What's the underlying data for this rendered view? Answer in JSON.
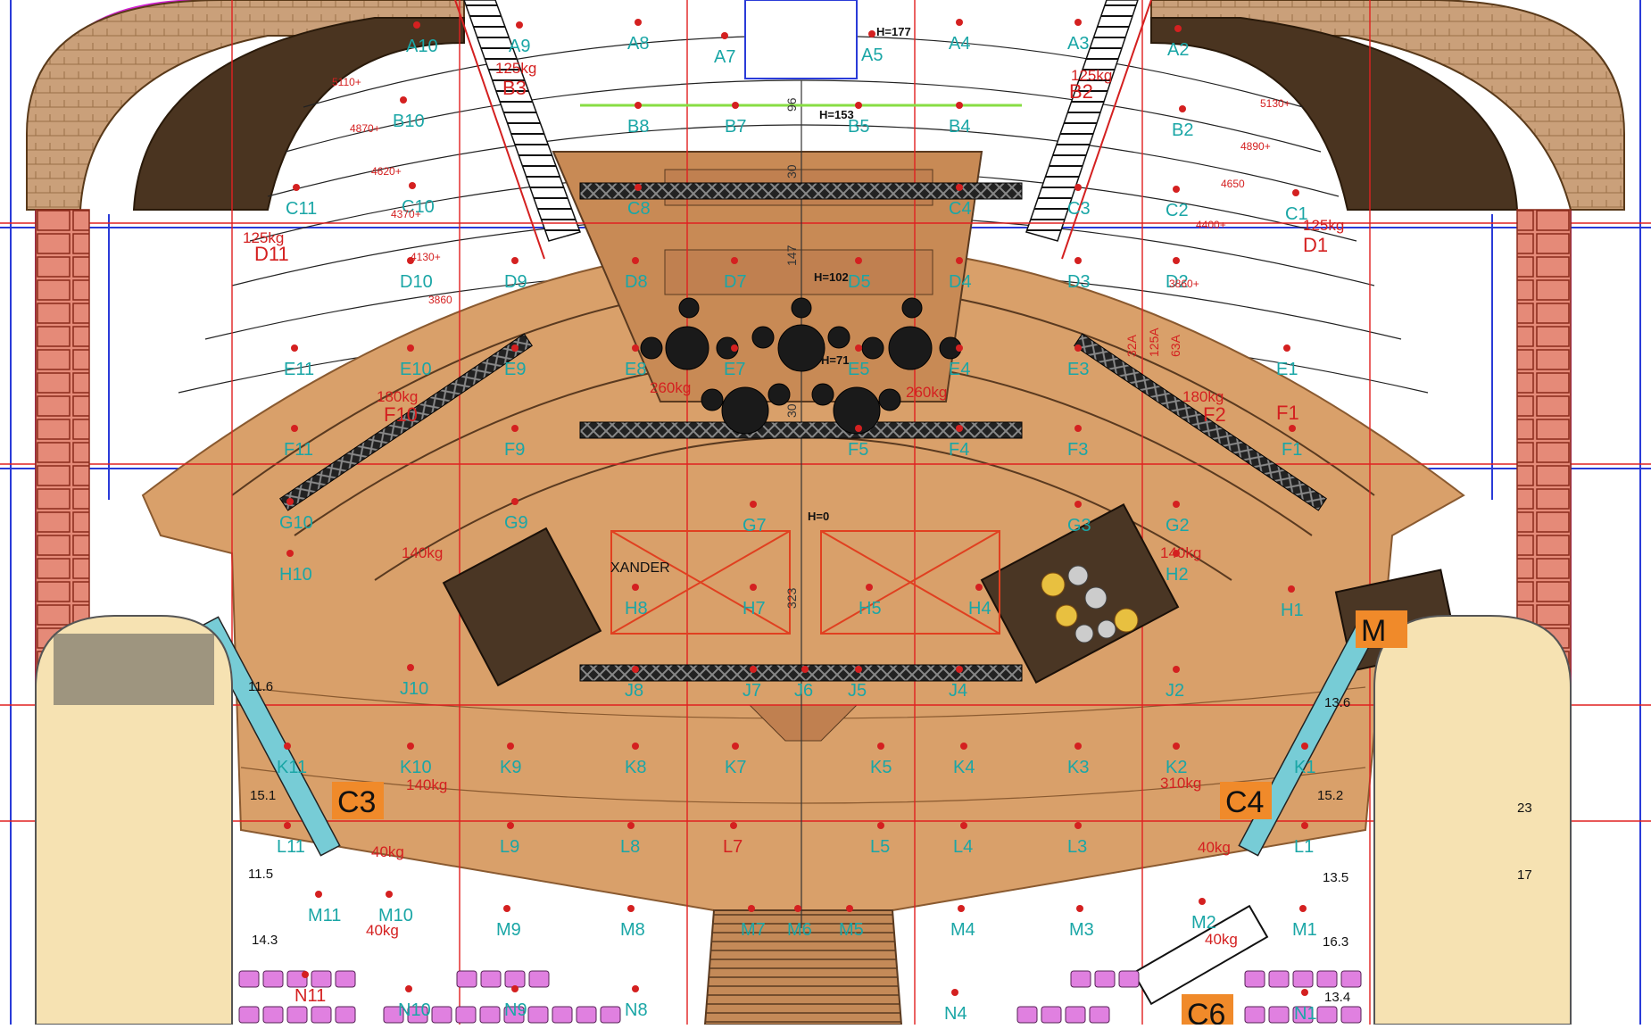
{
  "colors": {
    "stage_fill": "#d9a06a",
    "stage_edge": "#c88a55",
    "grid_red": "#e02020",
    "grid_blue": "#2a3bd8",
    "magenta": "#d020d0",
    "label_cyan": "#1aa6a6",
    "label_red": "#d42020",
    "truss": "#151515",
    "brown_arch": "#6b4a2a",
    "wood_arch": "#b88a5a",
    "cream": "#f6e2b2",
    "salmon_column": "#e07a6a",
    "orange_tag": "#f08a2a",
    "seat_pink": "#e080e0",
    "riser_dark": "#4a3624",
    "green_line": "#88dd44"
  },
  "diagram": {
    "grid_labels": [
      {
        "t": "A10",
        "c": "cyan"
      },
      {
        "t": "A9",
        "c": "cyan"
      },
      {
        "t": "A8",
        "c": "cyan"
      },
      {
        "t": "A7",
        "c": "cyan"
      },
      {
        "t": "A5",
        "c": "cyan"
      },
      {
        "t": "A4",
        "c": "cyan"
      },
      {
        "t": "A3",
        "c": "cyan"
      },
      {
        "t": "A2",
        "c": "cyan"
      },
      {
        "t": "B10",
        "c": "cyan"
      },
      {
        "t": "B8",
        "c": "cyan"
      },
      {
        "t": "B7",
        "c": "cyan"
      },
      {
        "t": "B5",
        "c": "cyan"
      },
      {
        "t": "B4",
        "c": "cyan"
      },
      {
        "t": "B2",
        "c": "cyan"
      },
      {
        "t": "C11",
        "c": "cyan"
      },
      {
        "t": "C10",
        "c": "cyan"
      },
      {
        "t": "C8",
        "c": "cyan"
      },
      {
        "t": "C4",
        "c": "cyan"
      },
      {
        "t": "C3",
        "c": "cyan"
      },
      {
        "t": "C2",
        "c": "cyan"
      },
      {
        "t": "C1",
        "c": "cyan"
      },
      {
        "t": "D10",
        "c": "cyan"
      },
      {
        "t": "D9",
        "c": "cyan"
      },
      {
        "t": "D8",
        "c": "cyan"
      },
      {
        "t": "D7",
        "c": "cyan"
      },
      {
        "t": "D5",
        "c": "cyan"
      },
      {
        "t": "D4",
        "c": "cyan"
      },
      {
        "t": "D3",
        "c": "cyan"
      },
      {
        "t": "D2",
        "c": "cyan"
      },
      {
        "t": "E11",
        "c": "cyan"
      },
      {
        "t": "E10",
        "c": "cyan"
      },
      {
        "t": "E9",
        "c": "cyan"
      },
      {
        "t": "E8",
        "c": "cyan"
      },
      {
        "t": "E7",
        "c": "cyan"
      },
      {
        "t": "E5",
        "c": "cyan"
      },
      {
        "t": "E4",
        "c": "cyan"
      },
      {
        "t": "E3",
        "c": "cyan"
      },
      {
        "t": "E1",
        "c": "cyan"
      },
      {
        "t": "F11",
        "c": "cyan"
      },
      {
        "t": "F9",
        "c": "cyan"
      },
      {
        "t": "F5",
        "c": "cyan"
      },
      {
        "t": "F4",
        "c": "cyan"
      },
      {
        "t": "F3",
        "c": "cyan"
      },
      {
        "t": "F1",
        "c": "cyan"
      },
      {
        "t": "G10",
        "c": "cyan"
      },
      {
        "t": "G9",
        "c": "cyan"
      },
      {
        "t": "G7",
        "c": "cyan"
      },
      {
        "t": "G3",
        "c": "cyan"
      },
      {
        "t": "G2",
        "c": "cyan"
      },
      {
        "t": "H10",
        "c": "cyan"
      },
      {
        "t": "H8",
        "c": "cyan"
      },
      {
        "t": "H7",
        "c": "cyan"
      },
      {
        "t": "H5",
        "c": "cyan"
      },
      {
        "t": "H4",
        "c": "cyan"
      },
      {
        "t": "H2",
        "c": "cyan"
      },
      {
        "t": "H1",
        "c": "cyan"
      },
      {
        "t": "J10",
        "c": "cyan"
      },
      {
        "t": "J8",
        "c": "cyan"
      },
      {
        "t": "J7",
        "c": "cyan"
      },
      {
        "t": "J6",
        "c": "cyan"
      },
      {
        "t": "J5",
        "c": "cyan"
      },
      {
        "t": "J4",
        "c": "cyan"
      },
      {
        "t": "J2",
        "c": "cyan"
      },
      {
        "t": "K11",
        "c": "cyan"
      },
      {
        "t": "K10",
        "c": "cyan"
      },
      {
        "t": "K9",
        "c": "cyan"
      },
      {
        "t": "K8",
        "c": "cyan"
      },
      {
        "t": "K7",
        "c": "cyan"
      },
      {
        "t": "K5",
        "c": "cyan"
      },
      {
        "t": "K4",
        "c": "cyan"
      },
      {
        "t": "K3",
        "c": "cyan"
      },
      {
        "t": "K2",
        "c": "cyan"
      },
      {
        "t": "K1",
        "c": "cyan"
      },
      {
        "t": "L11",
        "c": "cyan"
      },
      {
        "t": "L9",
        "c": "cyan"
      },
      {
        "t": "L8",
        "c": "cyan"
      },
      {
        "t": "L7",
        "c": "red"
      },
      {
        "t": "L5",
        "c": "cyan"
      },
      {
        "t": "L4",
        "c": "cyan"
      },
      {
        "t": "L3",
        "c": "cyan"
      },
      {
        "t": "L1",
        "c": "cyan"
      },
      {
        "t": "M11",
        "c": "cyan"
      },
      {
        "t": "M10",
        "c": "cyan"
      },
      {
        "t": "M9",
        "c": "cyan"
      },
      {
        "t": "M8",
        "c": "cyan"
      },
      {
        "t": "M7",
        "c": "cyan"
      },
      {
        "t": "M6",
        "c": "cyan"
      },
      {
        "t": "M5",
        "c": "cyan"
      },
      {
        "t": "M4",
        "c": "cyan"
      },
      {
        "t": "M3",
        "c": "cyan"
      },
      {
        "t": "M2",
        "c": "cyan"
      },
      {
        "t": "M1",
        "c": "cyan"
      },
      {
        "t": "N11",
        "c": "red"
      },
      {
        "t": "N10",
        "c": "cyan"
      },
      {
        "t": "N9",
        "c": "cyan"
      },
      {
        "t": "N8",
        "c": "cyan"
      },
      {
        "t": "N4",
        "c": "cyan"
      },
      {
        "t": "N1",
        "c": "cyan"
      }
    ],
    "load_labels": [
      "125kg",
      "125kg",
      "125kg",
      "125kg",
      "180kg",
      "180kg",
      "260kg",
      "260kg",
      "140kg",
      "140kg",
      "140kg",
      "310kg",
      "40kg",
      "40kg",
      "40kg",
      "40kg"
    ],
    "rig_points": [
      "B3",
      "B2",
      "D11",
      "D1",
      "F10",
      "F2",
      "F1"
    ],
    "heights": [
      "H=177",
      "H=153",
      "H=102",
      "H=71",
      "H=0"
    ],
    "dimensions": [
      "96",
      "30",
      "147",
      "30",
      "323"
    ],
    "offsets": [
      "5110+",
      "4870+",
      "4620+",
      "4370+",
      "4130+",
      "3860",
      "5130+",
      "4890+",
      "4650",
      "4400+",
      "3860+"
    ],
    "side_numbers": [
      "11.6",
      "15.1",
      "11.5",
      "14.3",
      "13.6",
      "15.2",
      "13.5",
      "16.3",
      "13.4",
      "23",
      "17"
    ],
    "camera_tags": [
      "C3",
      "C4",
      "C6",
      "M"
    ],
    "performer_name": "XANDER",
    "power_boxes": [
      "32A",
      "125A",
      "63A"
    ]
  }
}
